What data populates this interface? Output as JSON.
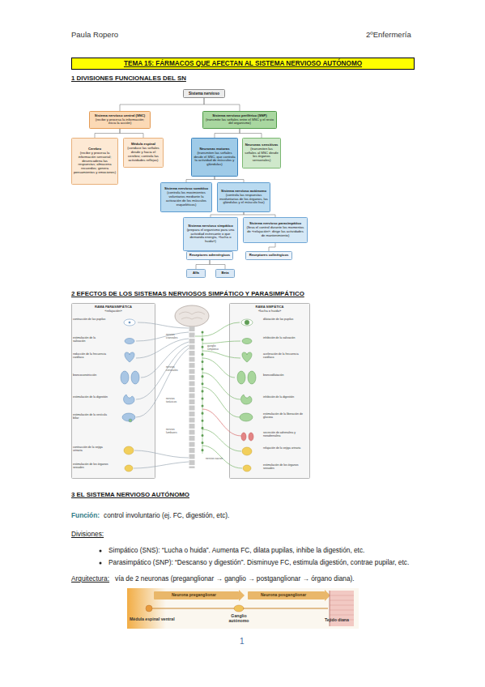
{
  "diagram": {
    "title": "TEMA 15: FÁRMACOS QUE AFECTAN AL SISTEMA NERVIOSO AUTÓNOMO",
    "nodes": [
      {
        "text": [
          "Sistema nervioso"
        ]
      },
      {
        "text": [
          "Sistema nervioso central (SNC)",
          "(recibe y procesa la información; inicia la acción)"
        ]
      },
      {
        "text": [
          "Sistema nervioso periférico (SNP)",
          "(transmite las señales entre el SNC y el resto del organismo)"
        ]
      },
      {
        "text": [
          "Cerebro",
          "(recibe y procesa la información sensorial; desencadena las respuestas; almacena recuerdos; genera pensamientos y emociones)"
        ]
      },
      {
        "text": [
          "Médula espinal",
          "(conduce las señales desde y hacia el cerebro; controla las actividades reflejas)"
        ]
      },
      {
        "text": [
          "Neuronas motoras",
          "(transmiten las señales desde el SNC, que controla la actividad de músculos y glándulas)"
        ]
      },
      {
        "text": [
          "Neuronas sensitivas",
          "(transmiten las señales al SNC desde los órganos sensoriales)"
        ]
      },
      {
        "text": [
          "Sistema nervioso somático",
          "(controla los movimientos voluntarios mediante la activación de los músculos esqueléticos)"
        ]
      },
      {
        "text": [
          "Sistema nervioso autónomo",
          "(controla las respuestas involuntarias de los órganos, las glándulas y el músculo liso)"
        ]
      },
      {
        "text": [
          "Sistema nervioso simpático",
          "(prepara el organismo para una actividad estresante o que demanda energía, «lucha o huida»)"
        ]
      },
      {
        "text": [
          "Sistema nervioso parasimpático",
          "(lleva el control durante los momentos de «relajación»; dirige las actividades de mantenimiento)"
        ]
      },
      {
        "text": [
          "Receptores adrenérgicos"
        ]
      },
      {
        "text": [
          "Receptores colinérgicos"
        ]
      },
      {
        "text": [
          "Alfa"
        ]
      },
      {
        "text": [
          "Beta"
        ]
      },
      {
        "text": [
          "RAMA PARASIMPÁTICA",
          "«relajación»"
        ]
      },
      {
        "text": [
          "RAMA SIMPÁTICA",
          "«lucha o huida»"
        ]
      }
    ],
    "edges": [
      {
        "from": 0,
        "to": 1,
        "arrow": "none"
      },
      {
        "from": 0,
        "to": 2,
        "arrow": "none"
      },
      {
        "from": 1,
        "to": 3,
        "arrow": "none"
      },
      {
        "from": 1,
        "to": 4,
        "arrow": "none"
      },
      {
        "from": 2,
        "to": 5,
        "arrow": "none"
      },
      {
        "from": 2,
        "to": 6,
        "arrow": "none"
      },
      {
        "from": 5,
        "to": 7,
        "arrow": "none"
      },
      {
        "from": 5,
        "to": 8,
        "arrow": "none"
      },
      {
        "from": 8,
        "to": 9,
        "arrow": "none"
      },
      {
        "from": 8,
        "to": 10,
        "arrow": "none"
      },
      {
        "from": 9,
        "to": 11,
        "arrow": "none"
      },
      {
        "from": 10,
        "to": 12,
        "arrow": "none"
      },
      {
        "from": 11,
        "to": 13,
        "arrow": "none"
      },
      {
        "from": 11,
        "to": 14,
        "arrow": "none"
      }
    ],
    "labels": [
      "Paula Ropero",
      "2ºEnfermería",
      "1 DIVISIONES FUNCIONALES DEL SN",
      "2 EFECTOS DE LOS SISTEMAS NERVIOSOS SIMPÁTICO Y PARASIMPÁTICO",
      "contracción de las pupilas",
      "estimulación de la salivación",
      "reducción de la frecuencia cardíaca",
      "broncoconstricción",
      "estimulación de la digestión",
      "estimulación de la vesícula biliar",
      "contracción de la vejiga urinaria",
      "estimulación de los órganos sexuales",
      "dilatación de las pupilas",
      "inhibición de la salivación",
      "aceleración de la frecuencia cardíaca",
      "broncodilatación",
      "inhibición de la digestión",
      "estimulación de la liberación de glucosa",
      "secreción de adrenalina y noradrenalina",
      "relajación de la vejiga urinaria",
      "estimulación de los órganos sexuales",
      "ganglio simpático",
      "nervios craneales",
      "nervios cervicales",
      "nervios torácicos",
      "nervios lumbares",
      "nervios sacros",
      "3 EL SISTEMA NERVIOSO AUTÓNOMO",
      "Función:",
      "control involuntario (ej. FC, digestión, etc).",
      "Divisiones:",
      "Simpático (SNS): “Lucha o huida”. Aumenta FC, dilata pupilas, inhibe la digestión, etc.",
      "Parasimpático (SNP): “Descanso y digestión”. Disminuye FC, estimula digestión, contrae pupilar, etc.",
      "Arquitectura:",
      "vía de 2 neuronas (preganglionar → ganglio → postganglionar → órgano diana).",
      "Neurona preganglionar",
      "Neurona posganglionar",
      "Médula espinal ventral",
      "Ganglio autónomo",
      "Tejido diana",
      "1"
    ]
  }
}
